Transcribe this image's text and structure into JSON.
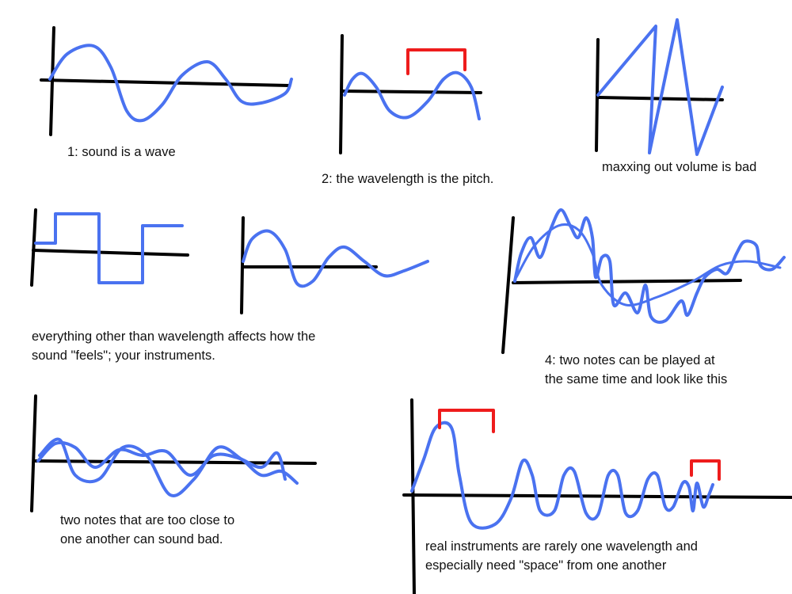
{
  "colors": {
    "axis": "#000000",
    "wave": "#4a72f0",
    "bracket": "#ee1c1c"
  },
  "captions": {
    "p1": "1: sound is a wave",
    "p2": "2: the wavelength is the pitch.",
    "p3": "maxxing out volume is bad",
    "p4_line1": "everything other than wavelength affects how the",
    "p4_line2": "sound \"feels\"; your instruments.",
    "p5_line1": "4: two notes can be played at",
    "p5_line2": "the same time and look like this",
    "p6_line1": "two notes that are too close to",
    "p6_line2": "one another can sound bad.",
    "p7_line1": "real instruments are rarely one wavelength and",
    "p7_line2": "especially need \"space\" from one another"
  }
}
